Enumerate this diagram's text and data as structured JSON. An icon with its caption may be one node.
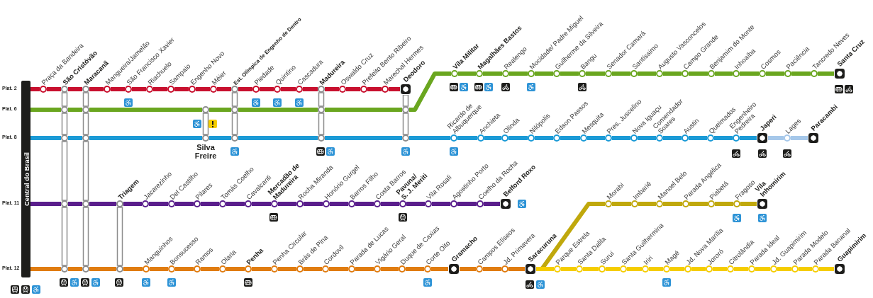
{
  "diagram": {
    "nodes": [
      {
        "text": [
          "Central do Brasil"
        ]
      },
      {
        "text": [
          "Praça da Bandeira"
        ]
      },
      {
        "text": [
          "São Cristóvão"
        ]
      },
      {
        "text": [
          "Maracanã"
        ]
      },
      {
        "text": [
          "Mangueira/Jamelão"
        ]
      },
      {
        "text": [
          "São Francisco Xavier"
        ]
      },
      {
        "text": [
          "Riachuelo"
        ]
      },
      {
        "text": [
          "Sampaio"
        ]
      },
      {
        "text": [
          "Engenho Novo"
        ]
      },
      {
        "text": [
          "Méier"
        ]
      },
      {
        "text": [
          "Est. Olímpica de Engenho de Dentro"
        ]
      },
      {
        "text": [
          "Piedade"
        ]
      },
      {
        "text": [
          "Quintino"
        ]
      },
      {
        "text": [
          "Cascadura"
        ]
      },
      {
        "text": [
          "Madureira"
        ]
      },
      {
        "text": [
          "Oswaldo Cruz"
        ]
      },
      {
        "text": [
          "Prefeito Bento Ribeiro"
        ]
      },
      {
        "text": [
          "Marechal Hermes"
        ]
      },
      {
        "text": [
          "Deodoro"
        ]
      },
      {
        "text": [],
        "shape": "circle"
      },
      {
        "text": [],
        "shape": "circle"
      },
      {
        "text": [],
        "shape": "circle"
      },
      {
        "text": [],
        "shape": "circle"
      },
      {
        "text": [],
        "shape": "circle"
      },
      {
        "text": [],
        "shape": "circle"
      },
      {
        "text": [
          "Vila Militar"
        ]
      },
      {
        "text": [
          "Magalhães Bastos"
        ]
      },
      {
        "text": [
          "Realengo"
        ]
      },
      {
        "text": [
          "Mocidade/ Padre Miguel"
        ]
      },
      {
        "text": [
          "Guilherme da Silveira"
        ]
      },
      {
        "text": [
          "Bangu"
        ]
      },
      {
        "text": [
          "Senador Camará"
        ]
      },
      {
        "text": [
          "Santíssimo"
        ]
      },
      {
        "text": [
          "Augusto Vasconcelos"
        ]
      },
      {
        "text": [
          "Campo Grande"
        ]
      },
      {
        "text": [
          "Benjamim do Monte"
        ]
      },
      {
        "text": [
          "Inhoaíba"
        ]
      },
      {
        "text": [
          "Cosmos"
        ]
      },
      {
        "text": [
          "Paciência"
        ]
      },
      {
        "text": [
          "Tancredo Neves"
        ]
      },
      {
        "text": [
          "Santa Cruz"
        ]
      },
      {
        "text": [],
        "shape": "circle"
      },
      {
        "text": [],
        "shape": "circle"
      },
      {
        "text": [
          "Silva Freire"
        ]
      },
      {
        "text": [],
        "shape": "circle"
      },
      {
        "text": [],
        "shape": "circle"
      },
      {
        "text": [],
        "shape": "circle"
      },
      {
        "text": [
          "Ricardo de Albuquerque"
        ]
      },
      {
        "text": [
          "Anchieta"
        ]
      },
      {
        "text": [
          "Olinda"
        ]
      },
      {
        "text": [
          "Nilópolis"
        ]
      },
      {
        "text": [
          "Edson Passos"
        ]
      },
      {
        "text": [
          "Mesquita"
        ]
      },
      {
        "text": [
          "Pres. Juscelino"
        ]
      },
      {
        "text": [
          "Nova Iguaçu"
        ]
      },
      {
        "text": [
          "Comendador Soares"
        ]
      },
      {
        "text": [
          "Austin"
        ]
      },
      {
        "text": [
          "Queimados"
        ]
      },
      {
        "text": [
          "Engenheiro Pedreira"
        ]
      },
      {
        "text": [
          "Japeri"
        ]
      },
      {
        "text": [
          "Lages"
        ]
      },
      {
        "text": [
          "Paracambi"
        ]
      },
      {
        "text": [],
        "shape": "circle"
      },
      {
        "text": [],
        "shape": "circle"
      },
      {
        "text": [
          "Triagem"
        ]
      },
      {
        "text": [
          "Jacarezinho"
        ]
      },
      {
        "text": [
          "Del Castilho"
        ]
      },
      {
        "text": [
          "Pilares"
        ]
      },
      {
        "text": [
          "Tomás Coelho"
        ]
      },
      {
        "text": [
          "Cavalcanti"
        ]
      },
      {
        "text": [
          "Mercadão de Madureira"
        ]
      },
      {
        "text": [
          "Rocha Miranda"
        ]
      },
      {
        "text": [
          "Honório Gurgel"
        ]
      },
      {
        "text": [
          "Barros Filho"
        ]
      },
      {
        "text": [
          "Costa Barros"
        ]
      },
      {
        "text": [
          "Pavuna/ S. J. Meriti"
        ]
      },
      {
        "text": [
          "Vila Rosali"
        ]
      },
      {
        "text": [
          "Agostinho Porto"
        ]
      },
      {
        "text": [
          "Coelho da Rocha"
        ]
      },
      {
        "text": [
          "Belford Roxo"
        ]
      },
      {
        "text": [],
        "shape": "circle"
      },
      {
        "text": [],
        "shape": "circle"
      },
      {
        "text": [],
        "shape": "circle"
      },
      {
        "text": [
          "Manguinhos"
        ]
      },
      {
        "text": [
          "Bonsucesso"
        ]
      },
      {
        "text": [
          "Ramos"
        ]
      },
      {
        "text": [
          "Olaria"
        ]
      },
      {
        "text": [
          "Penha"
        ]
      },
      {
        "text": [
          "Penha Circular"
        ]
      },
      {
        "text": [
          "Brás de Pina"
        ]
      },
      {
        "text": [
          "Cordovil"
        ]
      },
      {
        "text": [
          "Parada de Lucas"
        ]
      },
      {
        "text": [
          "Vigário Geral"
        ]
      },
      {
        "text": [
          "Duque de Caxias"
        ]
      },
      {
        "text": [
          "Corte Oito"
        ]
      },
      {
        "text": [
          "Gramacho"
        ]
      },
      {
        "text": [
          "Campos Elíseos"
        ]
      },
      {
        "text": [
          "Jd. Primavera"
        ]
      },
      {
        "text": [
          "Saracuruna"
        ]
      },
      {
        "text": [
          "Morabi"
        ]
      },
      {
        "text": [
          "Imbariê"
        ]
      },
      {
        "text": [
          "Manoel Belo"
        ]
      },
      {
        "text": [
          "Parada Angélica"
        ]
      },
      {
        "text": [
          "Piabetá"
        ]
      },
      {
        "text": [
          "Fragoso"
        ]
      },
      {
        "text": [
          "Vila Inhomirim"
        ]
      },
      {
        "text": [
          "Parque Estrela"
        ]
      },
      {
        "text": [
          "Santa Dalila"
        ]
      },
      {
        "text": [
          "Suruí"
        ]
      },
      {
        "text": [
          "Santa Guilhermina"
        ]
      },
      {
        "text": [
          "Iriri"
        ]
      },
      {
        "text": [
          "Magé"
        ]
      },
      {
        "text": [
          "Jd. Nova Marília"
        ]
      },
      {
        "text": [
          "Jororó"
        ]
      },
      {
        "text": [
          "Citrolândia"
        ]
      },
      {
        "text": [
          "Parada Ideal"
        ]
      },
      {
        "text": [
          "Jd. Guapimirim"
        ]
      },
      {
        "text": [
          "Parada Modelo"
        ]
      },
      {
        "text": [
          "Parada Bananal"
        ]
      },
      {
        "text": [
          "Guapimirim"
        ]
      }
    ],
    "edges": [
      {
        "from": 0,
        "to": 1,
        "arrow": "none",
        "color": "#c8102e"
      },
      {
        "from": 1,
        "to": 2,
        "arrow": "none",
        "color": "#c8102e"
      },
      {
        "from": 2,
        "to": 3,
        "arrow": "none",
        "color": "#c8102e"
      },
      {
        "from": 3,
        "to": 4,
        "arrow": "none",
        "color": "#c8102e"
      },
      {
        "from": 4,
        "to": 5,
        "arrow": "none",
        "color": "#c8102e"
      },
      {
        "from": 5,
        "to": 6,
        "arrow": "none",
        "color": "#c8102e"
      },
      {
        "from": 6,
        "to": 7,
        "arrow": "none",
        "color": "#c8102e"
      },
      {
        "from": 7,
        "to": 8,
        "arrow": "none",
        "color": "#c8102e"
      },
      {
        "from": 8,
        "to": 9,
        "arrow": "none",
        "color": "#c8102e"
      },
      {
        "from": 9,
        "to": 10,
        "arrow": "none",
        "color": "#c8102e"
      },
      {
        "from": 10,
        "to": 11,
        "arrow": "none",
        "color": "#c8102e"
      },
      {
        "from": 11,
        "to": 12,
        "arrow": "none",
        "color": "#c8102e"
      },
      {
        "from": 12,
        "to": 13,
        "arrow": "none",
        "color": "#c8102e"
      },
      {
        "from": 13,
        "to": 14,
        "arrow": "none",
        "color": "#c8102e"
      },
      {
        "from": 14,
        "to": 15,
        "arrow": "none",
        "color": "#c8102e"
      },
      {
        "from": 15,
        "to": 16,
        "arrow": "none",
        "color": "#c8102e"
      },
      {
        "from": 16,
        "to": 17,
        "arrow": "none",
        "color": "#c8102e"
      },
      {
        "from": 17,
        "to": 18,
        "arrow": "none",
        "color": "#c8102e"
      },
      {
        "from": 0,
        "to": 19,
        "arrow": "none"
      },
      {
        "from": 19,
        "to": 20,
        "arrow": "none"
      },
      {
        "from": 20,
        "to": 21,
        "arrow": "none"
      },
      {
        "from": 21,
        "to": 22,
        "arrow": "none"
      },
      {
        "from": 22,
        "to": 23,
        "arrow": "none"
      },
      {
        "from": 23,
        "to": 24,
        "arrow": "none"
      },
      {
        "from": 24,
        "to": 25,
        "arrow": "none"
      },
      {
        "from": 25,
        "to": 26,
        "arrow": "none"
      },
      {
        "from": 26,
        "to": 27,
        "arrow": "none"
      },
      {
        "from": 27,
        "to": 28,
        "arrow": "none"
      },
      {
        "from": 28,
        "to": 29,
        "arrow": "none"
      },
      {
        "from": 29,
        "to": 30,
        "arrow": "none"
      },
      {
        "from": 30,
        "to": 31,
        "arrow": "none"
      },
      {
        "from": 31,
        "to": 32,
        "arrow": "none"
      },
      {
        "from": 32,
        "to": 33,
        "arrow": "none"
      },
      {
        "from": 33,
        "to": 34,
        "arrow": "none"
      },
      {
        "from": 34,
        "to": 35,
        "arrow": "none"
      },
      {
        "from": 35,
        "to": 36,
        "arrow": "none"
      },
      {
        "from": 36,
        "to": 37,
        "arrow": "none"
      },
      {
        "from": 37,
        "to": 38,
        "arrow": "none"
      },
      {
        "from": 38,
        "to": 39,
        "arrow": "none"
      },
      {
        "from": 39,
        "to": 40,
        "arrow": "none"
      },
      {
        "from": 0,
        "to": 41,
        "arrow": "none",
        "color": "#1b9ad6"
      },
      {
        "from": 41,
        "to": 42,
        "arrow": "none",
        "color": "#1b9ad6"
      },
      {
        "from": 42,
        "to": 43,
        "arrow": "none",
        "color": "#1b9ad6"
      },
      {
        "from": 43,
        "to": 44,
        "arrow": "none",
        "color": "#1b9ad6"
      },
      {
        "from": 44,
        "to": 45,
        "arrow": "none",
        "color": "#1b9ad6"
      },
      {
        "from": 45,
        "to": 46,
        "arrow": "none",
        "color": "#1b9ad6"
      },
      {
        "from": 46,
        "to": 47,
        "arrow": "none",
        "color": "#1b9ad6"
      },
      {
        "from": 47,
        "to": 48,
        "arrow": "none",
        "color": "#1b9ad6"
      },
      {
        "from": 48,
        "to": 49,
        "arrow": "none",
        "color": "#1b9ad6"
      },
      {
        "from": 49,
        "to": 50,
        "arrow": "none",
        "color": "#1b9ad6"
      },
      {
        "from": 50,
        "to": 51,
        "arrow": "none",
        "color": "#1b9ad6"
      },
      {
        "from": 51,
        "to": 52,
        "arrow": "none",
        "color": "#1b9ad6"
      },
      {
        "from": 52,
        "to": 53,
        "arrow": "none",
        "color": "#1b9ad6"
      },
      {
        "from": 53,
        "to": 54,
        "arrow": "none",
        "color": "#1b9ad6"
      },
      {
        "from": 54,
        "to": 55,
        "arrow": "none",
        "color": "#1b9ad6"
      },
      {
        "from": 55,
        "to": 56,
        "arrow": "none",
        "color": "#1b9ad6"
      },
      {
        "from": 56,
        "to": 57,
        "arrow": "none",
        "color": "#1b9ad6"
      },
      {
        "from": 57,
        "to": 58,
        "arrow": "none",
        "color": "#1b9ad6"
      },
      {
        "from": 58,
        "to": 59,
        "arrow": "none",
        "color": "#1b9ad6"
      },
      {
        "from": 59,
        "to": 60,
        "arrow": "none",
        "color": "#a6c8ea"
      },
      {
        "from": 60,
        "to": 61,
        "arrow": "none",
        "color": "#a6c8ea"
      },
      {
        "from": 0,
        "to": 62,
        "arrow": "none",
        "color": "#5a1e8c"
      },
      {
        "from": 62,
        "to": 63,
        "arrow": "none",
        "color": "#5a1e8c"
      },
      {
        "from": 63,
        "to": 64,
        "arrow": "none",
        "color": "#5a1e8c"
      },
      {
        "from": 64,
        "to": 65,
        "arrow": "none",
        "color": "#5a1e8c"
      },
      {
        "from": 65,
        "to": 66,
        "arrow": "none",
        "color": "#5a1e8c"
      },
      {
        "from": 66,
        "to": 67,
        "arrow": "none",
        "color": "#5a1e8c"
      },
      {
        "from": 67,
        "to": 68,
        "arrow": "none",
        "color": "#5a1e8c"
      },
      {
        "from": 68,
        "to": 69,
        "arrow": "none",
        "color": "#5a1e8c"
      },
      {
        "from": 69,
        "to": 70,
        "arrow": "none",
        "color": "#5a1e8c"
      },
      {
        "from": 70,
        "to": 71,
        "arrow": "none",
        "color": "#5a1e8c"
      },
      {
        "from": 71,
        "to": 72,
        "arrow": "none",
        "color": "#5a1e8c"
      },
      {
        "from": 72,
        "to": 73,
        "arrow": "none",
        "color": "#5a1e8c"
      },
      {
        "from": 73,
        "to": 74,
        "arrow": "none",
        "color": "#5a1e8c"
      },
      {
        "from": 74,
        "to": 75,
        "arrow": "none",
        "color": "#5a1e8c"
      },
      {
        "from": 75,
        "to": 76,
        "arrow": "none",
        "color": "#5a1e8c"
      },
      {
        "from": 76,
        "to": 77,
        "arrow": "none",
        "color": "#5a1e8c"
      },
      {
        "from": 77,
        "to": 78,
        "arrow": "none",
        "color": "#5a1e8c"
      },
      {
        "from": 78,
        "to": 79,
        "arrow": "none",
        "color": "#5a1e8c"
      },
      {
        "from": 0,
        "to": 80,
        "arrow": "none",
        "color": "#e07c10"
      },
      {
        "from": 80,
        "to": 81,
        "arrow": "none",
        "color": "#e07c10"
      },
      {
        "from": 81,
        "to": 82,
        "arrow": "none",
        "color": "#e07c10"
      },
      {
        "from": 82,
        "to": 83,
        "arrow": "none",
        "color": "#e07c10"
      },
      {
        "from": 83,
        "to": 84,
        "arrow": "none",
        "color": "#e07c10"
      },
      {
        "from": 84,
        "to": 85,
        "arrow": "none",
        "color": "#e07c10"
      },
      {
        "from": 85,
        "to": 86,
        "arrow": "none",
        "color": "#e07c10"
      },
      {
        "from": 86,
        "to": 87,
        "arrow": "none",
        "color": "#e07c10"
      },
      {
        "from": 87,
        "to": 88,
        "arrow": "none",
        "color": "#e07c10"
      },
      {
        "from": 88,
        "to": 89,
        "arrow": "none",
        "color": "#e07c10"
      },
      {
        "from": 89,
        "to": 90,
        "arrow": "none",
        "color": "#e07c10"
      },
      {
        "from": 90,
        "to": 91,
        "arrow": "none",
        "color": "#e07c10"
      },
      {
        "from": 91,
        "to": 92,
        "arrow": "none",
        "color": "#e07c10"
      },
      {
        "from": 92,
        "to": 93,
        "arrow": "none",
        "color": "#e07c10"
      },
      {
        "from": 93,
        "to": 94,
        "arrow": "none",
        "color": "#e07c10"
      },
      {
        "from": 94,
        "to": 95,
        "arrow": "none",
        "color": "#e07c10"
      },
      {
        "from": 95,
        "to": 96,
        "arrow": "none",
        "color": "#e07c10"
      },
      {
        "from": 96,
        "to": 97,
        "arrow": "none",
        "color": "#e07c10"
      },
      {
        "from": 97,
        "to": 98,
        "arrow": "none",
        "color": "#e07c10"
      },
      {
        "from": 98,
        "to": 99,
        "arrow": "none",
        "color": "#c0a80c"
      },
      {
        "from": 99,
        "to": 100,
        "arrow": "none",
        "color": "#c0a80c"
      },
      {
        "from": 100,
        "to": 101,
        "arrow": "none",
        "color": "#c0a80c"
      },
      {
        "from": 101,
        "to": 102,
        "arrow": "none",
        "color": "#c0a80c"
      },
      {
        "from": 102,
        "to": 103,
        "arrow": "none",
        "color": "#c0a80c"
      },
      {
        "from": 103,
        "to": 104,
        "arrow": "none",
        "color": "#c0a80c"
      },
      {
        "from": 104,
        "to": 105,
        "arrow": "none",
        "color": "#c0a80c"
      },
      {
        "from": 98,
        "to": 106,
        "arrow": "none",
        "color": "#f5cd00"
      },
      {
        "from": 106,
        "to": 107,
        "arrow": "none",
        "color": "#f5cd00"
      },
      {
        "from": 107,
        "to": 108,
        "arrow": "none",
        "color": "#f5cd00"
      },
      {
        "from": 108,
        "to": 109,
        "arrow": "none",
        "color": "#f5cd00"
      },
      {
        "from": 109,
        "to": 110,
        "arrow": "none",
        "color": "#f5cd00"
      },
      {
        "from": 110,
        "to": 111,
        "arrow": "none",
        "color": "#f5cd00"
      },
      {
        "from": 111,
        "to": 112,
        "arrow": "none",
        "color": "#f5cd00"
      },
      {
        "from": 112,
        "to": 113,
        "arrow": "none",
        "color": "#f5cd00"
      },
      {
        "from": 113,
        "to": 114,
        "arrow": "none",
        "color": "#f5cd00"
      },
      {
        "from": 114,
        "to": 115,
        "arrow": "none",
        "color": "#f5cd00"
      },
      {
        "from": 115,
        "to": 116,
        "arrow": "none",
        "color": "#f5cd00"
      },
      {
        "from": 116,
        "to": 117,
        "arrow": "none",
        "color": "#f5cd00"
      },
      {
        "from": 117,
        "to": 118,
        "arrow": "none",
        "color": "#f5cd00"
      },
      {
        "from": 118,
        "to": 119,
        "arrow": "none",
        "color": "#f5cd00"
      },
      {
        "from": 2,
        "to": 19,
        "arrow": "none",
        "style": "thick",
        "color": "#8c8c8c"
      },
      {
        "from": 19,
        "to": 41,
        "arrow": "none",
        "style": "thick",
        "color": "#8c8c8c"
      },
      {
        "from": 41,
        "to": 62,
        "arrow": "none",
        "style": "thick",
        "color": "#8c8c8c"
      },
      {
        "from": 62,
        "to": 80,
        "arrow": "none",
        "style": "thick",
        "color": "#8c8c8c"
      },
      {
        "from": 3,
        "to": 20,
        "arrow": "none",
        "style": "thick",
        "color": "#8c8c8c"
      },
      {
        "from": 20,
        "to": 42,
        "arrow": "none",
        "style": "thick",
        "color": "#8c8c8c"
      },
      {
        "from": 42,
        "to": 63,
        "arrow": "none",
        "style": "thick",
        "color": "#8c8c8c"
      },
      {
        "from": 63,
        "to": 81,
        "arrow": "none",
        "style": "thick",
        "color": "#8c8c8c"
      },
      {
        "from": 21,
        "to": 43,
        "arrow": "none",
        "style": "thick",
        "color": "#8c8c8c"
      },
      {
        "from": 10,
        "to": 22,
        "arrow": "none",
        "style": "thick",
        "color": "#8c8c8c"
      },
      {
        "from": 22,
        "to": 44,
        "arrow": "none",
        "style": "thick",
        "color": "#8c8c8c"
      },
      {
        "from": 14,
        "to": 23,
        "arrow": "none",
        "style": "thick",
        "color": "#8c8c8c"
      },
      {
        "from": 23,
        "to": 45,
        "arrow": "none",
        "style": "thick",
        "color": "#8c8c8c"
      },
      {
        "from": 18,
        "to": 24,
        "arrow": "none",
        "style": "thick",
        "color": "#8c8c8c"
      },
      {
        "from": 24,
        "to": 46,
        "arrow": "none",
        "style": "thick",
        "color": "#8c8c8c"
      },
      {
        "from": 64,
        "to": 82,
        "arrow": "none",
        "style": "thick",
        "color": "#8c8c8c"
      }
    ],
    "labels": [
      "Plat. 2",
      "Plat. 6",
      "Plat. 8",
      "Plat. 11",
      "Plat. 12"
    ]
  }
}
